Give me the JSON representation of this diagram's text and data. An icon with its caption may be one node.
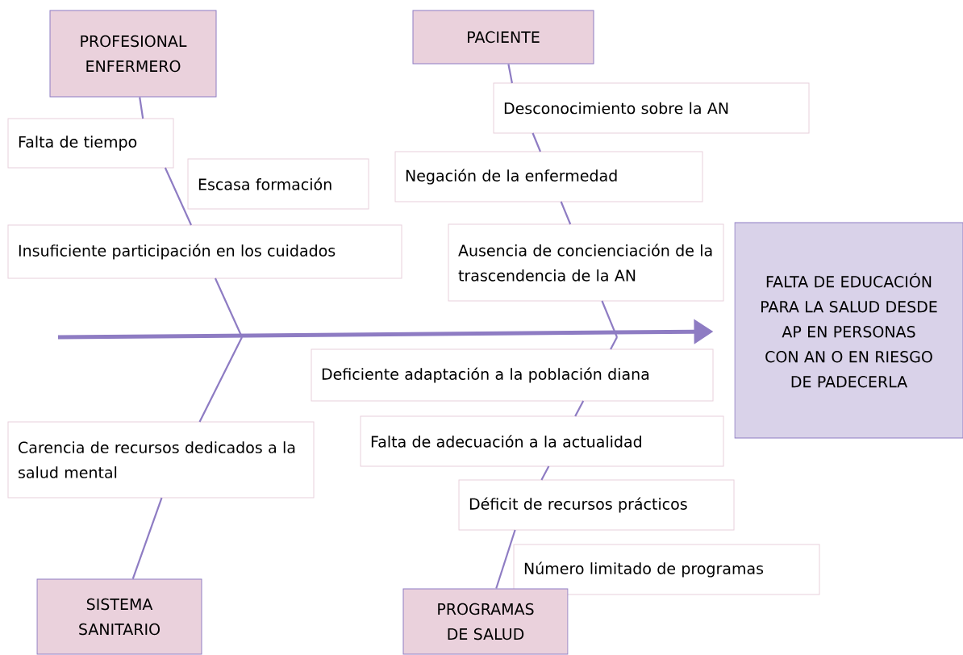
{
  "diagram": {
    "nodes": [
      {
        "text": [
          "PROFESIONAL ENFERMERO"
        ]
      },
      {
        "text": [
          "PACIENTE"
        ]
      },
      {
        "text": [
          "Falta de tiempo"
        ]
      },
      {
        "text": [
          "Escasa formación"
        ]
      },
      {
        "text": [
          "Insuficiente participación en los cuidados"
        ]
      },
      {
        "text": [
          "Desconocimiento sobre la AN"
        ]
      },
      {
        "text": [
          "Negación de la enfermedad"
        ]
      },
      {
        "text": [
          "Ausencia de concienciación de la trascendencia de la AN"
        ]
      },
      {
        "text": [
          "FALTA DE EDUCACIÓN PARA LA SALUD DESDE AP EN PERSONAS CON AN O EN RIESGO DE PADECERLA"
        ]
      },
      {
        "text": [
          "Deficiente adaptación a la población diana"
        ]
      },
      {
        "text": [
          "Falta de adecuación a la actualidad"
        ]
      },
      {
        "text": [
          "Carencia de recursos dedicados a la salud mental"
        ]
      },
      {
        "text": [
          "Déficit de recursos prácticos"
        ]
      },
      {
        "text": [
          "Número limitado de programas"
        ]
      },
      {
        "text": [
          "SISTEMA SANITARIO"
        ]
      },
      {
        "text": [
          "PROGRAMAS DE SALUD"
        ]
      }
    ],
    "edges": [
      {
        "from": null,
        "to": 8,
        "arrow": "to",
        "style": "thick"
      },
      {
        "from": 0,
        "to": null,
        "arrow": "none"
      },
      {
        "from": 1,
        "to": null,
        "arrow": "none"
      },
      {
        "from": 14,
        "to": null,
        "arrow": "none"
      },
      {
        "from": 15,
        "to": null,
        "arrow": "none"
      }
    ]
  }
}
